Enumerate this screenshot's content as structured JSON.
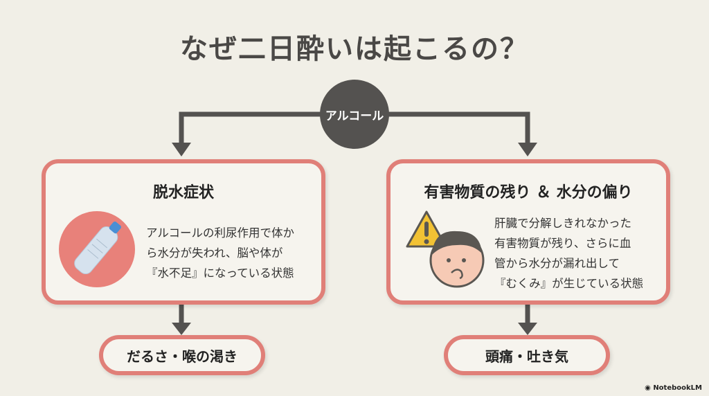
{
  "title": "なぜ二日酔いは起こるの？",
  "hub": "アルコール",
  "left": {
    "heading": "脱水症状",
    "lines": [
      "アルコールの利尿作用で体か",
      "ら水分が失われ、脳や体が",
      "『水不足』になっている状態"
    ],
    "result": "だるさ・喉の渇き"
  },
  "right": {
    "heading": "有害物質の残り ＆ 水分の偏り",
    "lines": [
      "肝臓で分解しきれなかった",
      "有害物質が残り、さらに血",
      "管から水分が漏れ出して",
      "『むくみ』が生じている状態"
    ],
    "result": "頭痛・吐き気"
  },
  "brand": "NotebookLM",
  "colors": {
    "accent": "#e07f78",
    "hub": "#545250",
    "background": "#f1efe7"
  }
}
